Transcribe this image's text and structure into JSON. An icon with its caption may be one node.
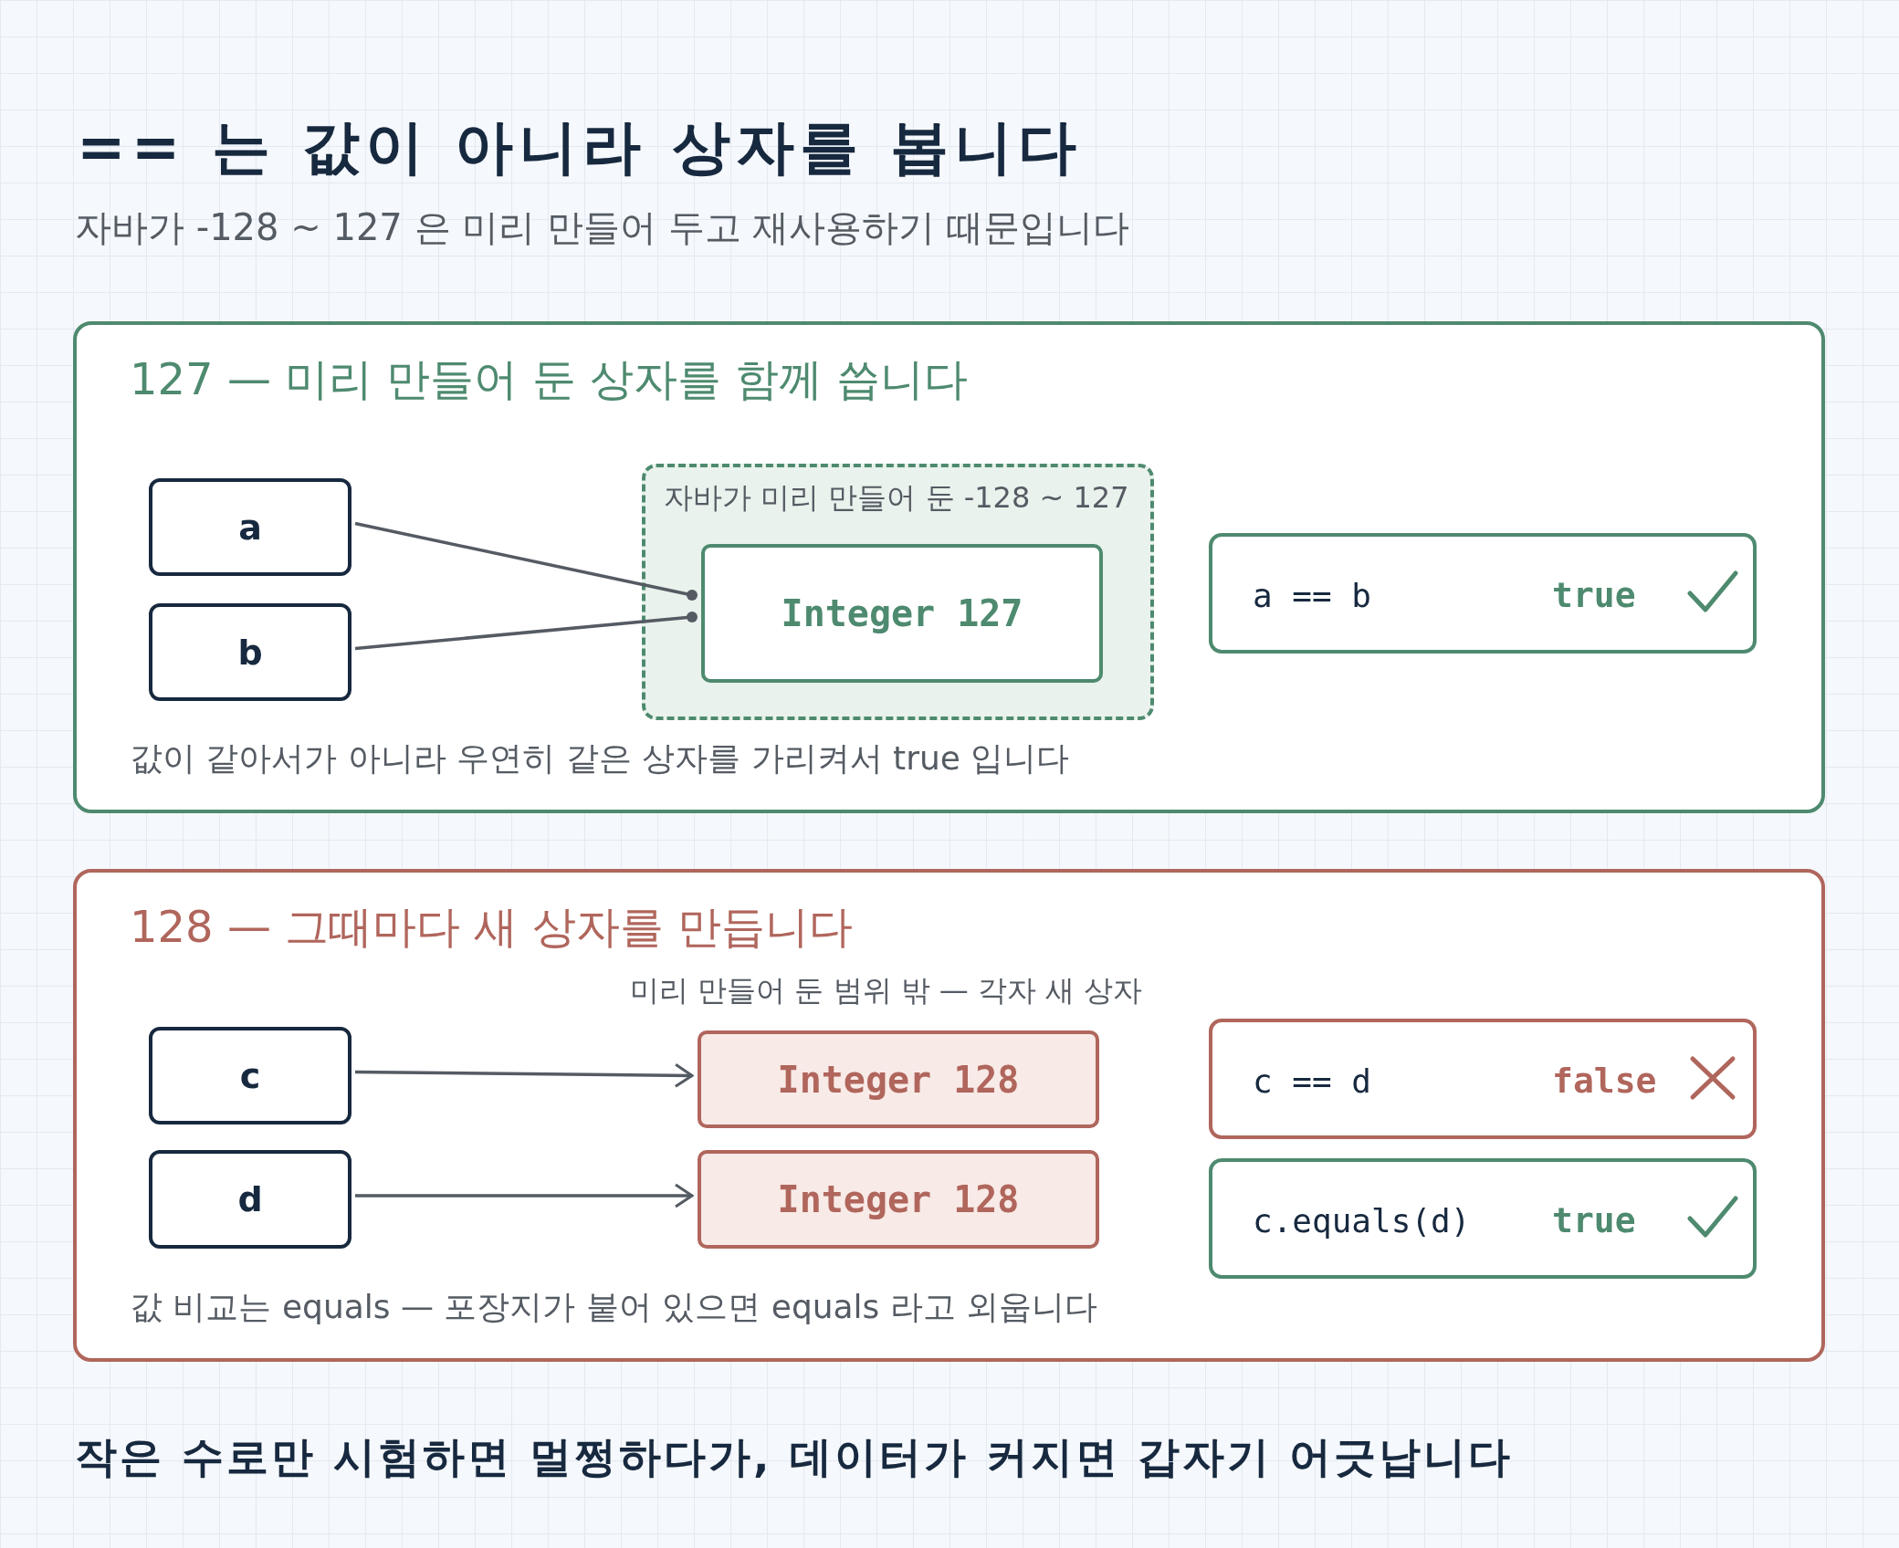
{
  "diagram": {
    "title": "== 는 값이 아니라 상자를 봅니다",
    "caption": "작은 수로만 시험하면 멀쩡하다가, 데이터가 커지면 갑자기 어긋납니다",
    "nodes": [
      {
        "text": [
          "127 — 미리 만들어 둔 상자를 함께 씁니다",
          "값이 같아서가 아니라 우연히 같은 상자를 가리켜서 true 입니다"
        ]
      },
      {
        "text": [
          "a"
        ],
        "in": 0
      },
      {
        "text": [
          "b"
        ],
        "in": 0
      },
      {
        "text": [
          "자바가 미리 만들어 둔 -128 ~ 127"
        ],
        "in": 0
      },
      {
        "text": [
          "Integer 127"
        ],
        "in": 3
      },
      {
        "text": [
          "a == b",
          "true"
        ],
        "in": 0
      },
      {
        "text": [
          "128 — 그때마다 새 상자를 만듭니다",
          "값 비교는 equals — 포장지가 붙어 있으면 equals 라고 외웁니다"
        ]
      },
      {
        "text": [
          "c"
        ],
        "in": 6
      },
      {
        "text": [
          "d"
        ],
        "in": 6
      },
      {
        "text": [
          "Integer 128"
        ],
        "in": 6
      },
      {
        "text": [
          "Integer 128"
        ],
        "in": 6
      },
      {
        "text": [
          "c == d",
          "false"
        ],
        "in": 6
      },
      {
        "text": [
          "c.equals(d)",
          "true"
        ],
        "in": 6
      }
    ],
    "edges": [
      {
        "from": 1,
        "to": 4,
        "arrow": "other"
      },
      {
        "from": 2,
        "to": 4,
        "arrow": "other"
      },
      {
        "from": 7,
        "to": 9,
        "arrow": "to"
      },
      {
        "from": 8,
        "to": 10,
        "arrow": "to"
      }
    ],
    "labels": [
      "자바가 -128 ~ 127 은 미리 만들어 두고 재사용하기 때문입니다",
      "미리 만들어 둔 범위 밖 — 각자 새 상자"
    ]
  }
}
